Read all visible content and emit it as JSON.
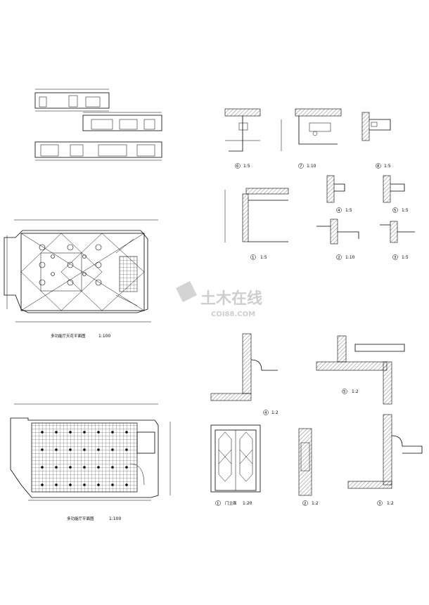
{
  "drawings": {
    "ceiling_plan": {
      "title": "多功能厅天花平面图",
      "scale": "1:100"
    },
    "floor_plan": {
      "title": "多功能厅平面图",
      "scale": "1:100"
    },
    "elevation": {
      "title": "门立面",
      "label_no": "1",
      "scale": "1:20"
    }
  },
  "details": [
    {
      "no": "6",
      "scale": "1:5"
    },
    {
      "no": "7",
      "scale": "1:10"
    },
    {
      "no": "8",
      "scale": "1:5"
    },
    {
      "no": "1",
      "scale": "1:5"
    },
    {
      "no": "4",
      "scale": "1:5"
    },
    {
      "no": "5",
      "scale": "1:5"
    },
    {
      "no": "2",
      "scale": "1:10"
    },
    {
      "no": "3",
      "scale": "1:5"
    },
    {
      "no": "4",
      "scale": "1:2"
    },
    {
      "no": "5",
      "scale": "1:2"
    },
    {
      "no": "2",
      "scale": "1:2"
    },
    {
      "no": "3",
      "scale": "1:2"
    }
  ],
  "watermark": {
    "cn": "土木在线",
    "en": "COI88.COM"
  }
}
